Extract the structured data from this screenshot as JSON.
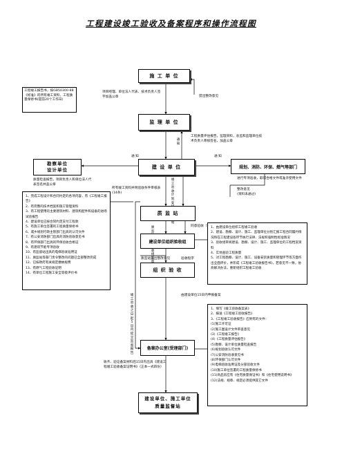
{
  "title": "工程建设竣工验收及备案程序和操作流程图",
  "boxes": {
    "contractor": "施 工 单 位",
    "supervisor": "监 理 单 位",
    "owner": "建 设 单 位",
    "survey_design": [
      "勘察单位",
      "设计单位"
    ],
    "planning": "规划、消防、环保、燃气等部门",
    "quality_station": "质  监  站",
    "owner_acceptance_team": "建设单位组织验收组",
    "acceptance": "组 织 验 收",
    "filing_office": "备案办公室(受理部门)",
    "final": [
      "建设单位、施工单位",
      "质量监督站"
    ]
  },
  "notes": {
    "contractor_left": "工程竣工报告书，按GB50300-88《标准》的所有竣工资料，工程质量保修书(提前20个工作日)",
    "contractor_right": "项目经理、单位法人代表、技术负责人签字加盖公章",
    "rectify_opinion": "提出整改意见",
    "supervisor_below": "工程质量评估报告，监理资料，总监和监理单位技术负责人审核签名，加盖公章",
    "notify_left": "通 知",
    "notify_vertical": "通知",
    "notify_right": "通 知",
    "survey_below": "质量检查报告，项目负责人和单位法人代表签名并盖公章",
    "planning_below": [
      "进行专项验收，取得合格文件或准许使用文件",
      "整改意见",
      "(资料未通过)"
    ],
    "all_docs_to_station": "所有竣工资料并附验收条件审核表(14条)",
    "accept_and_supervise": "同意验收（资料通过）",
    "owner_left_list": [
      "1、完成工程设计和合同约定的各项内容，有《工程竣工报告》",
      "2、有完整的技术档案和施工管理资料",
      "3、有工程使用的主要建筑材料、建筑构配件和设备的进场试验报告",
      "4、建设单位已按合同约定支付工程款",
      "5、有施工单位签署的工程质量保修书",
      "6、城乡规划行政主管部门出具的认可文件",
      "7、有公安消防部门出具的消防验收意见书",
      "8、有环保部门出具的环保验收合格证",
      "9、有建筑节能专项验收",
      "10、有监督站出具的电梯验收准用证",
      "11、质监站等部门责令整改的问题已全部整改完成",
      "12、已按政府有关规定缴纳规费",
      "13、有燃气工程验收证明",
      "14、有单位工程施工安全等级评价书"
    ],
    "owner_team_right": [
      "1、由建设单位组织工程竣工验收",
      "2、建设、勘察、设计、施工、监理单位分别汇报工程合同履约情况和在工程建设各环节执行法律、法规和强制性标准情况",
      "3、验收组审阅建设、勘察、设计、施工、监理单位的工程档案资料",
      "4、实地查验工程质量",
      "5、对工程勘察、设计、施工、设备安装质量和管理环节等方面作出全面评价，并形成《工程竣工验收报告书》，若意见不一致，协商解决办法，重新组织工程竣工验收"
    ],
    "plan_to_station": "竣工验收计划安排送质监站",
    "station_to_team": "质监站参加验收组监督",
    "reorganize": "质监站提出整改意见",
    "acceptance_procedure": "验收程序",
    "submit_opinion": "质监站对验收提出意见",
    "within_15": "由建设单位15日内申报备案",
    "docs_within_5": "竣工验收之日起5日内提交监督报告",
    "filing_list": [
      "1、填写《竣工验收备案表》",
      "2、报送《工程竣工验收报告》",
      "3、《工程竣工验收报告》应附有的文件：",
      "(1)施工许可证",
      "(2)施工图设计文件审查意见",
      "(3)《工程竣工报告》",
      "(4)《工程质量评估报告》",
      "(5)勘察、设计单位质量检查报告",
      "(6)规划验收认可文件",
      "(7)公安消防验收意见书",
      "(8)环保部门认可文件",
      "(9)电梯验收准用证及分部验收文件",
      "(10)施工单位签署的工程质量保修书",
      "(11)商品房应有《住宅质量保证书》和《住宅使用说明书》",
      "(12)法规、规章、规定必须提供其它文件"
    ],
    "filing_below": "收齐、验证备案材料后15日内出具《建设工程竣工验收备案证明书》（正本一式四份）"
  },
  "colors": {
    "line": "#000000",
    "shadow": "#444444"
  }
}
